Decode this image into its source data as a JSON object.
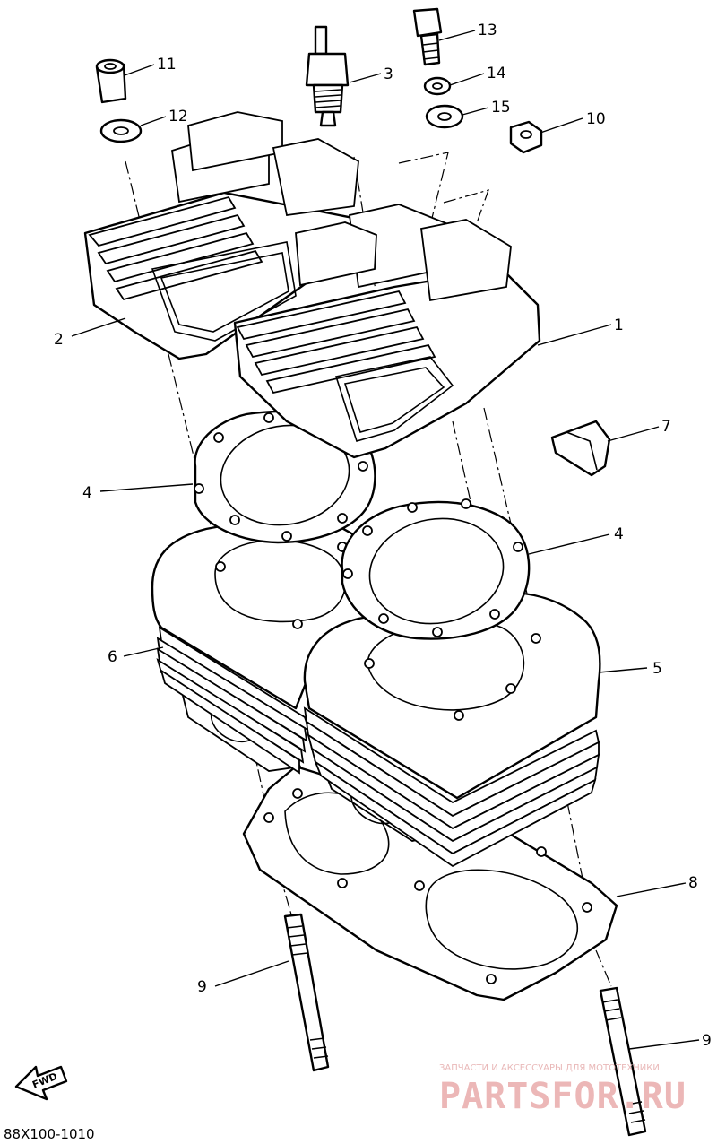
{
  "diagram": {
    "callouts": [
      {
        "id": "c1",
        "label": "1"
      },
      {
        "id": "c2",
        "label": "2"
      },
      {
        "id": "c3",
        "label": "3"
      },
      {
        "id": "c4a",
        "label": "4"
      },
      {
        "id": "c4b",
        "label": "4"
      },
      {
        "id": "c5",
        "label": "5"
      },
      {
        "id": "c6",
        "label": "6"
      },
      {
        "id": "c7",
        "label": "7"
      },
      {
        "id": "c8",
        "label": "8"
      },
      {
        "id": "c9a",
        "label": "9"
      },
      {
        "id": "c9b",
        "label": "9"
      },
      {
        "id": "c10",
        "label": "10"
      },
      {
        "id": "c11",
        "label": "11"
      },
      {
        "id": "c12",
        "label": "12"
      },
      {
        "id": "c13",
        "label": "13"
      },
      {
        "id": "c14",
        "label": "14"
      },
      {
        "id": "c15",
        "label": "15"
      }
    ],
    "figure_code": "88X100-1010",
    "direction_arrow_label": "FWD"
  },
  "watermark": {
    "tagline": "ЗАПЧАСТИ И АКСЕССУАРЫ ДЛЯ МОТОТЕХНИКИ",
    "brand": "PARTSFOR.RU",
    "color": "#e9b8b8"
  }
}
